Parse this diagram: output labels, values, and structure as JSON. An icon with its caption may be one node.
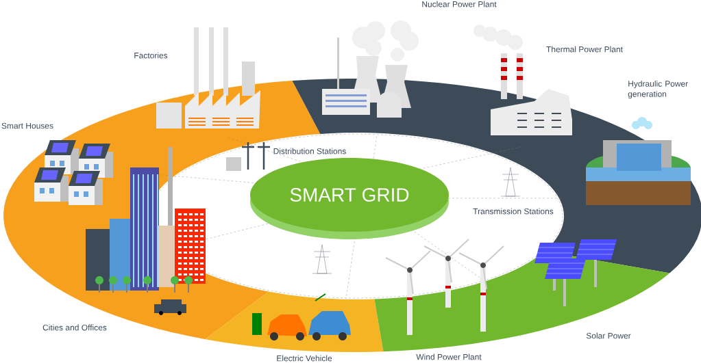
{
  "diagram": {
    "nodes": [
      {
        "text": [
          "SMART GRID"
        ]
      }
    ],
    "labels": [
      "Nuclear Power Plant",
      "Thermal Power Plant",
      "Factories",
      "Hydraulic Power generation",
      "Smart Houses",
      "Distribution Stations",
      "Transmission Stations",
      "Cities and Offices",
      "Solar Power",
      "Electric Vehicle",
      "Wind Power Plant"
    ]
  }
}
